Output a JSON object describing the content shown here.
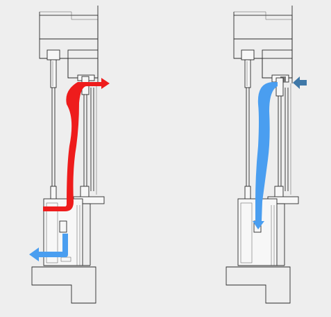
{
  "diagram": {
    "panels": [
      {
        "id": "left",
        "flow": "warm-exhaust"
      },
      {
        "id": "right",
        "flow": "cool-intake"
      }
    ],
    "colors": {
      "background": "#eeeeee",
      "warm_flow": "#ee1c1c",
      "cool_flow": "#4a9ef0",
      "intake_arrow": "#3f78a8",
      "line": "#2a2a2a",
      "fill": "#f7f7f7",
      "insulation": "#dcdcdc"
    }
  }
}
